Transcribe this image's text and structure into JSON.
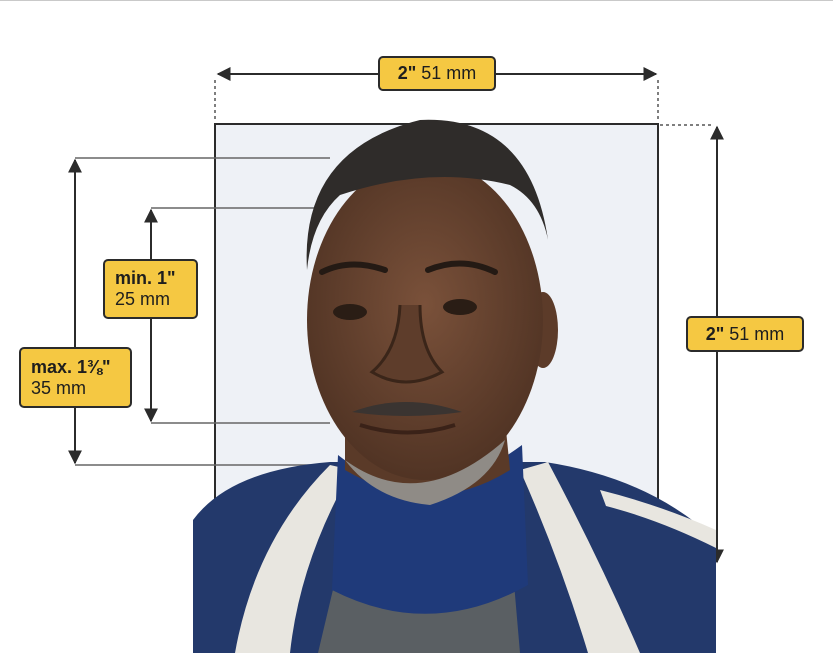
{
  "dimensions": {
    "width_top": {
      "bold": "2\"",
      "metric": "51 mm"
    },
    "height_right": {
      "bold": "2\"",
      "metric": "51 mm"
    },
    "head_min": {
      "bold": "min. 1\"",
      "metric": "25 mm"
    },
    "head_max": {
      "bold": "max. 1⅜\"",
      "metric": "35 mm"
    }
  },
  "colors": {
    "label_fill": "#f5c842",
    "photo_background": "#eef1f6",
    "line": "#2b2b2b"
  },
  "person": {
    "skin": "#6b4630",
    "hair": "#2f2c2a",
    "jacket": "#23396b",
    "turtleneck": "#1f3a7a",
    "shirt": "#5a5f63",
    "trim": "#e8e6e0"
  }
}
